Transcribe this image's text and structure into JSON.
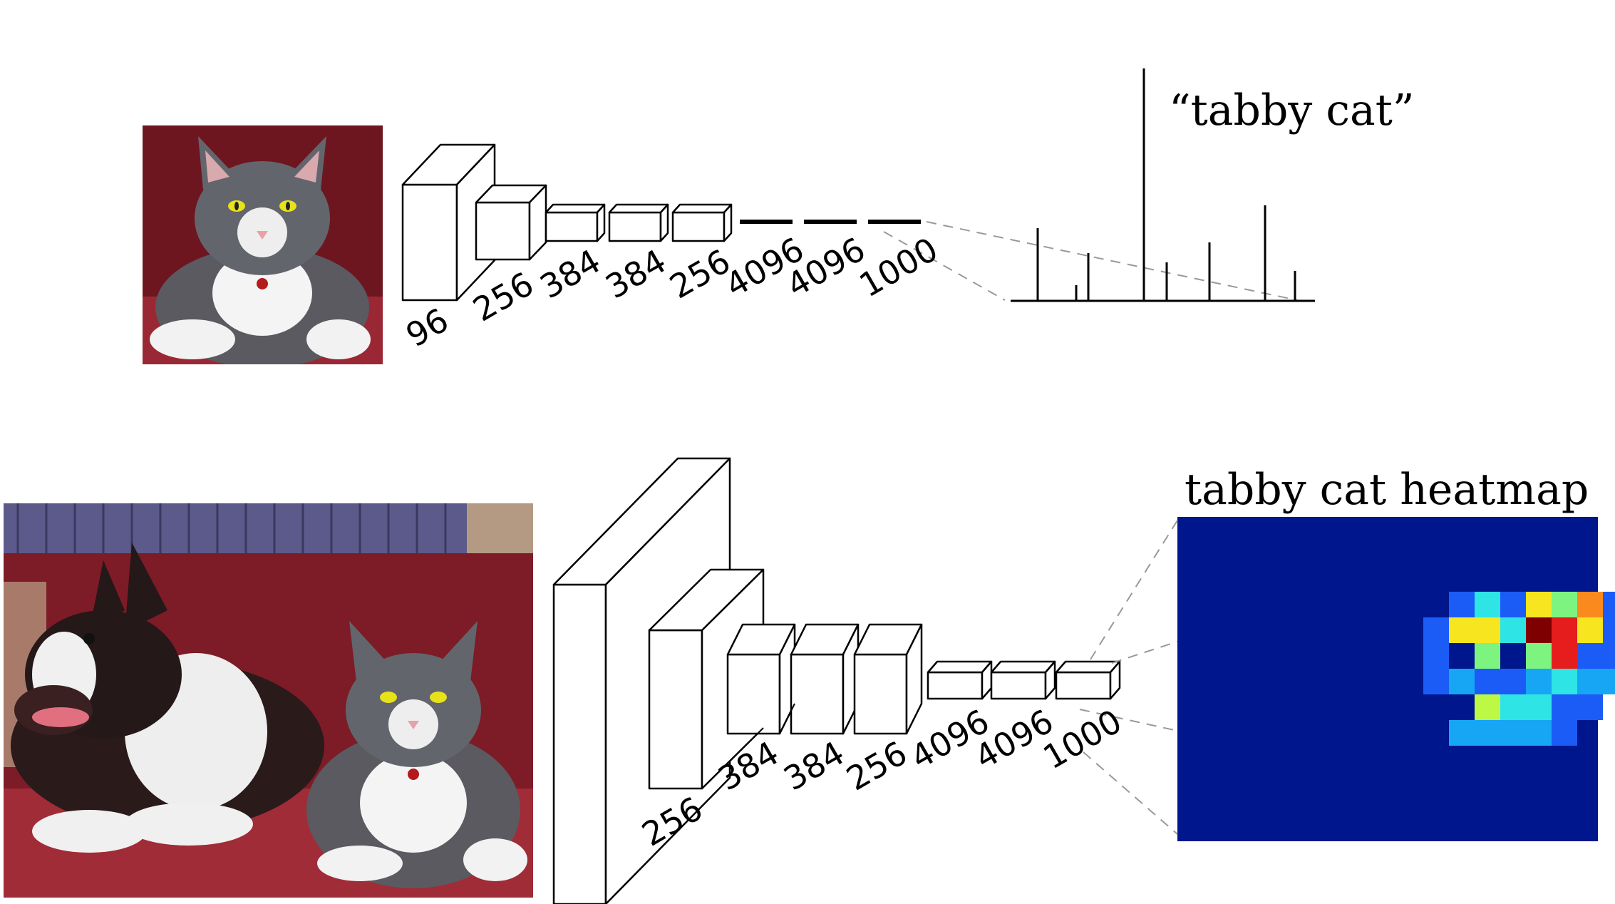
{
  "top_network": {
    "input": "tabby cat photo",
    "layer_labels": [
      "96",
      "256",
      "384",
      "384",
      "256",
      "4096",
      "4096",
      "1000"
    ],
    "output_label": "“tabby cat”"
  },
  "bottom_network": {
    "input": "dog and cat photo",
    "layer_labels": [
      "256",
      "384",
      "384",
      "256",
      "4096",
      "4096",
      "1000"
    ],
    "output_label": "tabby cat heatmap"
  },
  "colors": {
    "line": "#000000",
    "dashed": "#999999",
    "heat_background": "#00168c",
    "jet_red": "#e51d1d",
    "jet_dark_red": "#7f0000",
    "jet_yellow": "#f7e51f",
    "jet_orange": "#fb8a1e",
    "jet_cyan": "#2ee4e4",
    "jet_green": "#7df47f",
    "jet_light_green": "#bdf844",
    "jet_blue": "#1b5cf6",
    "jet_sky": "#16a6f3"
  }
}
